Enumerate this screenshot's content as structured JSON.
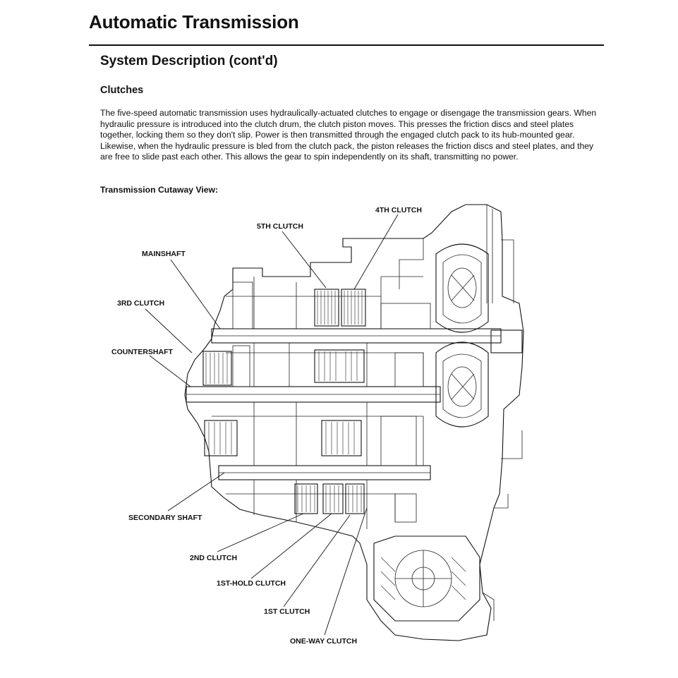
{
  "page": {
    "header_title": "Automatic Transmission",
    "section_title": "System Description (cont'd)"
  },
  "clutches": {
    "heading": "Clutches",
    "body": "The five-speed automatic transmission uses hydraulically-actuated clutches to engage or disengage the transmission gears. When hydraulic pressure is introduced into the clutch drum, the clutch piston moves. This presses the friction discs and steel plates together, locking them so they don't slip. Power is then transmitted through the engaged clutch pack to its hub-mounted gear. Likewise, when the hydraulic pressure is bled from the clutch pack, the piston releases the friction discs and steel plates, and they are free to slide past each other. This allows the gear to spin independently on its shaft, transmitting no power."
  },
  "figure": {
    "title": "Transmission Cutaway View:",
    "labels": {
      "clutch_4th": "4TH CLUTCH",
      "clutch_5th": "5TH CLUTCH",
      "mainshaft": "MAINSHAFT",
      "clutch_3rd": "3RD CLUTCH",
      "countershaft": "COUNTERSHAFT",
      "secondary_shaft": "SECONDARY SHAFT",
      "clutch_2nd": "2ND CLUTCH",
      "clutch_1st_hold": "1ST-HOLD CLUTCH",
      "clutch_1st": "1ST CLUTCH",
      "one_way_clutch": "ONE-WAY CLUTCH"
    }
  }
}
